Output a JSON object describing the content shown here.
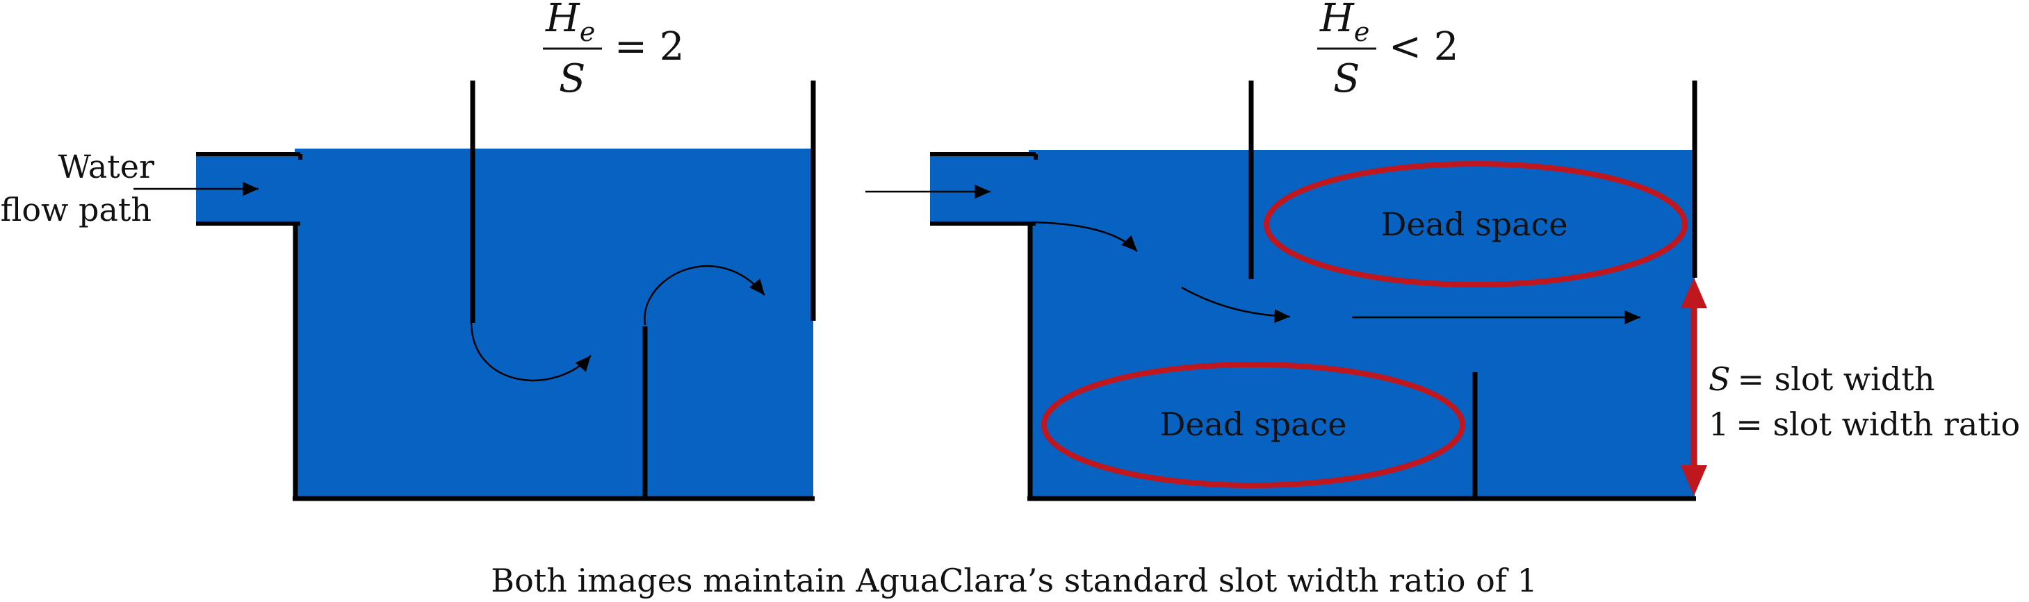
{
  "colors": {
    "water": "#0762c1",
    "wall": "#000000",
    "dead_space": "#c0161e",
    "slot_arrow": "#c0161e",
    "text": "#111111",
    "flow_arrow": "#000000"
  },
  "left_panel": {
    "ratio_label": {
      "numerator_symbol": "H",
      "numerator_subscript": "e",
      "denominator": "S",
      "relation": "= 2"
    },
    "inlet_label_line1": "Water",
    "inlet_label_line2": "flow path"
  },
  "right_panel": {
    "ratio_label": {
      "numerator_symbol": "H",
      "numerator_subscript": "e",
      "denominator": "S",
      "relation": "< 2"
    },
    "dead_space_upper": "Dead space",
    "dead_space_lower": "Dead space",
    "slot_label_symbol": "S",
    "slot_label_text": "= slot width",
    "slot_ratio_number": "1",
    "slot_ratio_text": "= slot width ratio"
  },
  "caption": "Both images maintain AguaClara’s standard slot width ratio of 1"
}
